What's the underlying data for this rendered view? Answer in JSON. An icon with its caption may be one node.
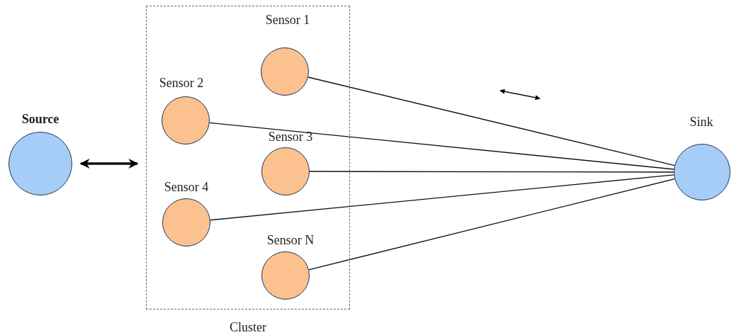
{
  "diagram": {
    "nodes": [
      {
        "text": [
          "Source"
        ]
      },
      {
        "text": [
          "Cluster"
        ]
      },
      {
        "text": [
          "Sensor 1"
        ],
        "in": 1
      },
      {
        "text": [
          "Sensor 2"
        ],
        "in": 1
      },
      {
        "text": [
          "Sensor 3"
        ],
        "in": 1
      },
      {
        "text": [
          "Sensor 4"
        ],
        "in": 1
      },
      {
        "text": [
          "Sensor N"
        ],
        "in": 1
      },
      {
        "text": [
          "Sink"
        ]
      }
    ],
    "edges": [
      {
        "from": 0,
        "to": 1,
        "arrow": "both",
        "style": "thick"
      },
      {
        "from": 2,
        "to": 7,
        "arrow": "none"
      },
      {
        "from": 3,
        "to": 7,
        "arrow": "none"
      },
      {
        "from": 4,
        "to": 7,
        "arrow": "none"
      },
      {
        "from": 5,
        "to": 7,
        "arrow": "none"
      },
      {
        "from": 6,
        "to": 7,
        "arrow": "none"
      }
    ]
  }
}
